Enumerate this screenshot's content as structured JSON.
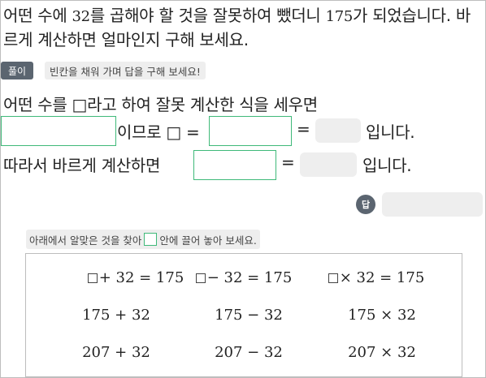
{
  "problem": {
    "text_a": "어떤 수에 ",
    "num": "32",
    "text_b": "를 곱해야 할 것을 잘못하여 뺐더니 ",
    "num2": "175",
    "text_c": "가 되었습니다. 바르게 계산하면 얼마인지 구해 보세요."
  },
  "solution": {
    "chip": "풀이",
    "hint": "빈칸을 채워 가며 답을 구해 보세요!",
    "line1": "어떤 수를 □라고 하여 잘못 계산한 식을 세우면",
    "line2_mid": "이므로 □ =",
    "eq": "=",
    "end": "입니다.",
    "line3_start": "따라서 바르게 계산하면"
  },
  "answer": {
    "icon": "답"
  },
  "drag": {
    "instruction_a": "아래에서 알맞은 것을 찾아",
    "instruction_b": "안에 끌어 놓아 보세요."
  },
  "options": [
    {
      "id": "opt-add-eq",
      "text": "+ 32 = 175",
      "box": true
    },
    {
      "id": "opt-sub-eq",
      "text": "− 32 = 175",
      "box": true
    },
    {
      "id": "opt-mul-eq",
      "text": "× 32 = 175",
      "box": true
    },
    {
      "id": "opt-add",
      "text": "175 + 32",
      "box": false
    },
    {
      "id": "opt-sub",
      "text": "175 − 32",
      "box": false
    },
    {
      "id": "opt-mul",
      "text": "175 × 32",
      "box": false
    },
    {
      "id": "opt-207-add",
      "text": "207 + 32",
      "box": false
    },
    {
      "id": "opt-207-sub",
      "text": "207 − 32",
      "box": false
    },
    {
      "id": "opt-207-mul",
      "text": "207 × 32",
      "box": false
    }
  ]
}
